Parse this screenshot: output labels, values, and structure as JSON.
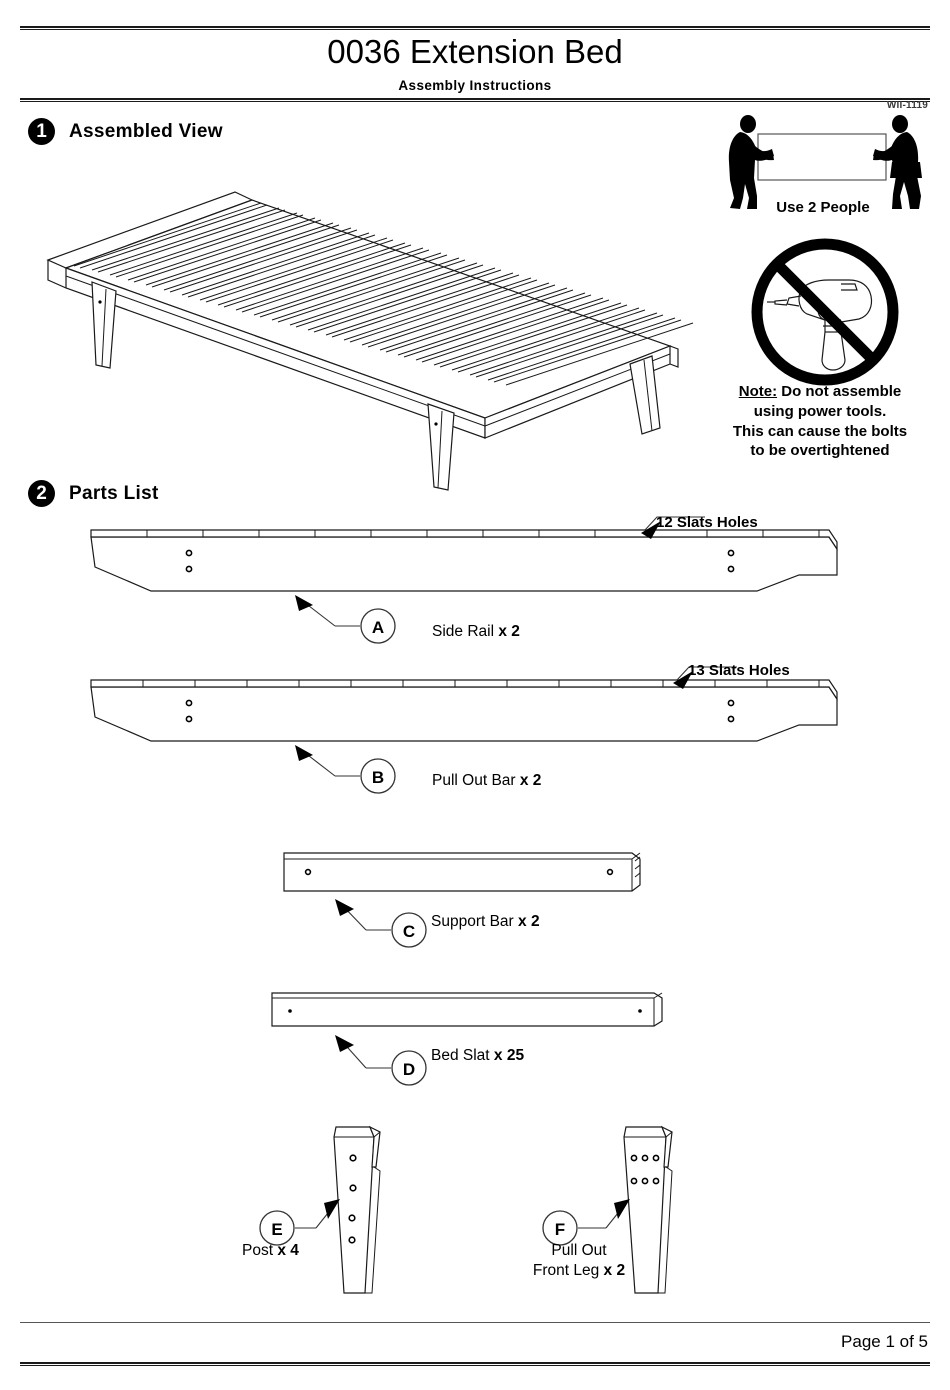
{
  "document": {
    "title": "0036 Extension Bed",
    "subtitle": "Assembly Instructions",
    "code": "WII-1119",
    "page_label": "Page 1 of 5"
  },
  "steps": [
    {
      "number": "1",
      "title": "Assembled View"
    },
    {
      "number": "2",
      "title": "Parts List"
    }
  ],
  "safety": {
    "two_people_caption": "Use 2 People",
    "note_label": "Note:",
    "note_line_1": " Do not assemble",
    "note_line_2": "using power tools.",
    "note_line_3": "This can cause the bolts",
    "note_line_4": "to be overtightened"
  },
  "parts": [
    {
      "key": "A",
      "name": "Side Rail",
      "qty": "x 2",
      "hint": "12 Slats Holes",
      "notches": 12
    },
    {
      "key": "B",
      "name": "Pull Out Bar",
      "qty": "x 2",
      "hint": "13 Slats Holes",
      "notches": 13
    },
    {
      "key": "C",
      "name": "Support Bar",
      "qty": "x 2",
      "hint": "",
      "notches": 0
    },
    {
      "key": "D",
      "name": "Bed Slat",
      "qty": "x 25",
      "hint": "",
      "notches": 0
    },
    {
      "key": "E",
      "name": "Post",
      "qty": "x 4",
      "hint": "",
      "holes": 4
    },
    {
      "key": "F",
      "name_line_1": "Pull Out",
      "name_line_2": "Front Leg",
      "qty": "x 2",
      "hint": "",
      "holes": 6
    }
  ]
}
